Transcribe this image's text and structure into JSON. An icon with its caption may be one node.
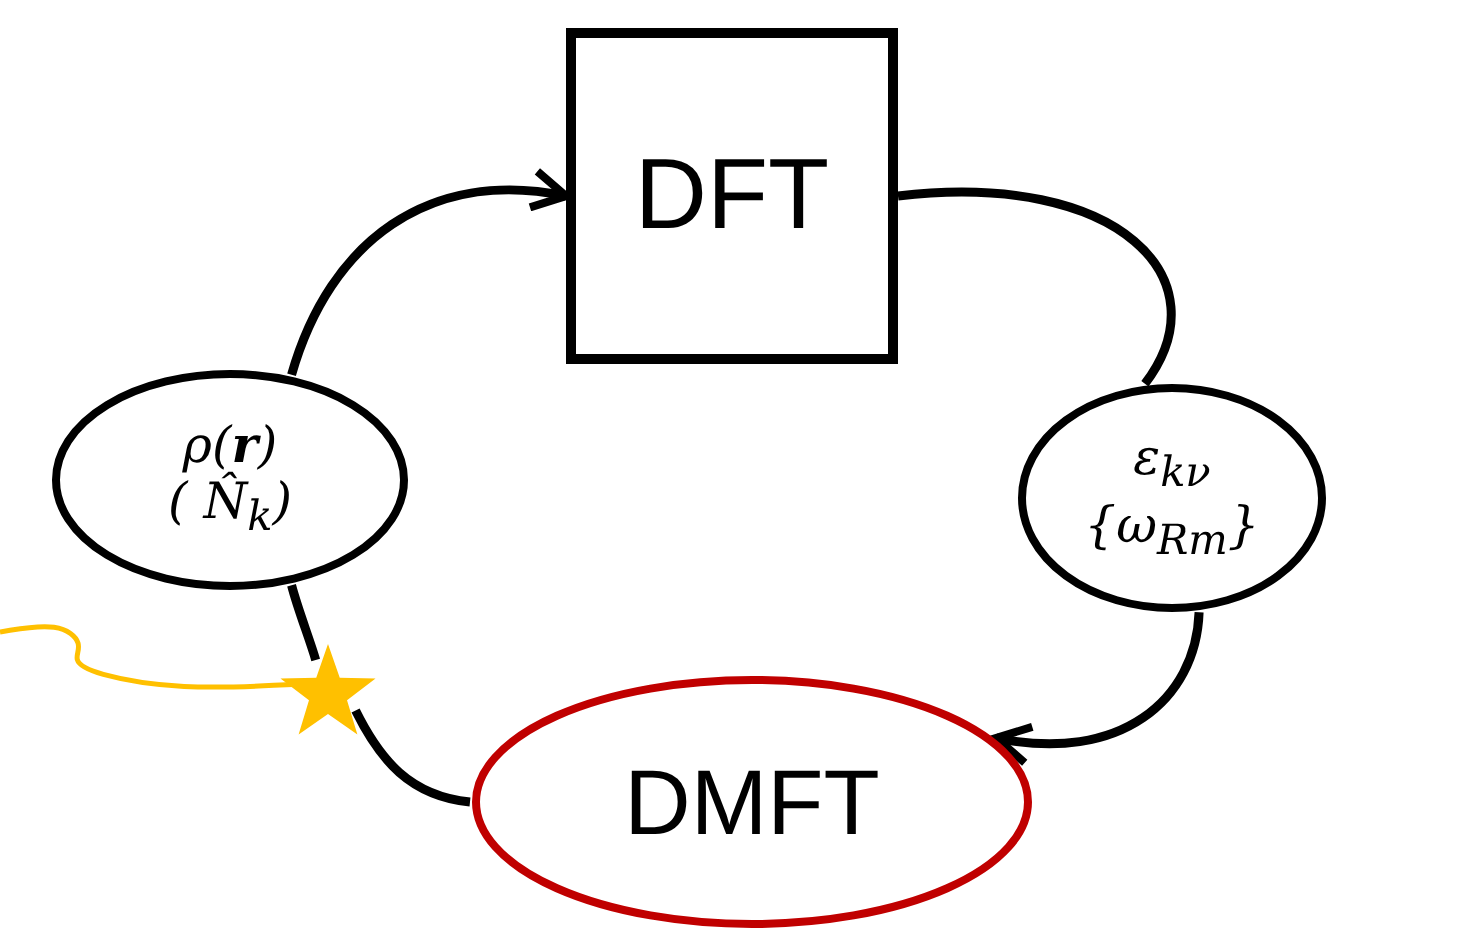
{
  "diagram": {
    "nodes": [
      {
        "text": [
          "DFT"
        ]
      },
      {
        "text": [
          "ε$_{kν}$",
          "{ω$_{Rm}$}"
        ]
      },
      {
        "text": [
          "DMFT"
        ]
      },
      {
        "text": [
          "ρ(**r**)",
          "( N̂$_{k}$)"
        ]
      },
      {
        "text": [],
        "shape": "star"
      }
    ],
    "edges": [
      {
        "from": 0,
        "to": 1,
        "arrow": "none"
      },
      {
        "from": 1,
        "to": 2,
        "arrow": "to"
      },
      {
        "from": 2,
        "to": 4,
        "arrow": "none"
      },
      {
        "from": 4,
        "to": 3,
        "arrow": "none"
      },
      {
        "from": 3,
        "to": 0,
        "arrow": "to"
      },
      {
        "from": null,
        "to": 4,
        "arrow": "none",
        "color": "#ffc000"
      }
    ]
  }
}
